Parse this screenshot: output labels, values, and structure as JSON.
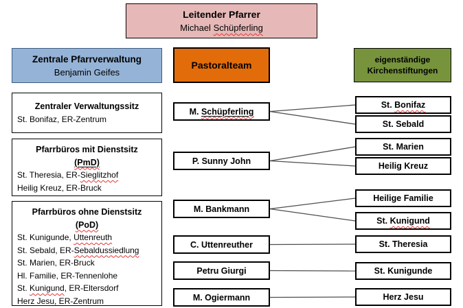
{
  "colors": {
    "top_fill": "#e6b9b8",
    "admin_fill": "#95b3d7",
    "pastoral_fill": "#e36c0a",
    "foundations_fill": "#77933c",
    "connector": "#4d4d4d",
    "misspell": "#e53333"
  },
  "leitung": {
    "title": "Leitender Pfarrer",
    "name": [
      {
        "t": "Michael "
      },
      {
        "t": "Schüpferling",
        "sq": true
      }
    ]
  },
  "verwaltung": {
    "title": "Zentrale Pfarrverwaltung",
    "name": "Benjamin Geifes"
  },
  "pastoralteam_header": {
    "title": "Pastoralteam"
  },
  "stiftungen_header": {
    "title_line1": "eigenständige",
    "title_line2": "Kirchenstiftungen"
  },
  "verwaltung_boxes": [
    {
      "title_lines": [
        [
          {
            "t": "Zentraler Verwaltungssitz"
          }
        ]
      ],
      "body_lines": [
        [
          {
            "t": "St. Bonifaz, ER-Zentrum"
          }
        ]
      ]
    },
    {
      "title_lines": [
        [
          {
            "t": "Pfarrbüros mit Dienstsitz"
          }
        ],
        [
          {
            "t": "(PmD)",
            "u": true,
            "sq": true
          }
        ]
      ],
      "body_lines": [
        [
          {
            "t": "St. Theresia, ER-"
          },
          {
            "t": "Sieglitzhof",
            "sq": true
          }
        ],
        [
          {
            "t": "Heilig Kreuz, ER-Bruck"
          }
        ]
      ]
    },
    {
      "title_lines": [
        [
          {
            "t": "Pfarrbüros ohne Dienstsitz"
          }
        ],
        [
          {
            "t": "(PoD)",
            "sq": true
          }
        ]
      ],
      "body_lines": [
        [
          {
            "t": "St. Kunigunde, "
          },
          {
            "t": "Uttenreuth",
            "sq": true
          }
        ],
        [
          {
            "t": "St. Sebald, ER-"
          },
          {
            "t": "Sebaldussiedlung",
            "sq": true
          }
        ],
        [
          {
            "t": "St. Marien, ER-Bruck"
          }
        ],
        [
          {
            "t": "Hl. Familie, ER-Tennenlohe"
          }
        ],
        [
          {
            "t": "St. "
          },
          {
            "t": "Kunigund",
            "sq": true
          },
          {
            "t": ", ER-Eltersdorf"
          }
        ],
        [
          {
            "t": "Herz Jesu, ER-Zentrum"
          }
        ]
      ]
    }
  ],
  "members": [
    {
      "name": [
        {
          "t": "M. "
        },
        {
          "t": "Schüpferling",
          "u": true,
          "sq": true
        }
      ]
    },
    {
      "name": [
        {
          "t": "P. Sunny John"
        }
      ]
    },
    {
      "name": [
        {
          "t": "M. Bankmann"
        }
      ]
    },
    {
      "name": [
        {
          "t": "C. Uttenreuther"
        }
      ]
    },
    {
      "name": [
        {
          "t": "Petru Giurgi"
        }
      ]
    },
    {
      "name": [
        {
          "t": "M. Ogiermann"
        }
      ]
    }
  ],
  "churches": [
    {
      "name": [
        {
          "t": "St. "
        },
        {
          "t": "Bonifaz",
          "sq": true
        }
      ]
    },
    {
      "name": [
        {
          "t": "St. Sebald"
        }
      ]
    },
    {
      "name": [
        {
          "t": "St. Marien"
        }
      ]
    },
    {
      "name": [
        {
          "t": "Heilig Kreuz"
        }
      ]
    },
    {
      "name": [
        {
          "t": "Heilige Familie"
        }
      ]
    },
    {
      "name": [
        {
          "t": "St. "
        },
        {
          "t": "Kunigund",
          "sq": true
        }
      ]
    },
    {
      "name": [
        {
          "t": "St. Theresia"
        }
      ]
    },
    {
      "name": [
        {
          "t": "St. Kunigunde"
        }
      ]
    },
    {
      "name": [
        {
          "t": "Herz Jesu"
        }
      ]
    }
  ],
  "connections": [
    {
      "from": 0,
      "to": 0
    },
    {
      "from": 0,
      "to": 1
    },
    {
      "from": 1,
      "to": 2
    },
    {
      "from": 1,
      "to": 3
    },
    {
      "from": 2,
      "to": 4
    },
    {
      "from": 2,
      "to": 5
    },
    {
      "from": 3,
      "to": 6
    },
    {
      "from": 4,
      "to": 7
    },
    {
      "from": 5,
      "to": 8
    }
  ]
}
